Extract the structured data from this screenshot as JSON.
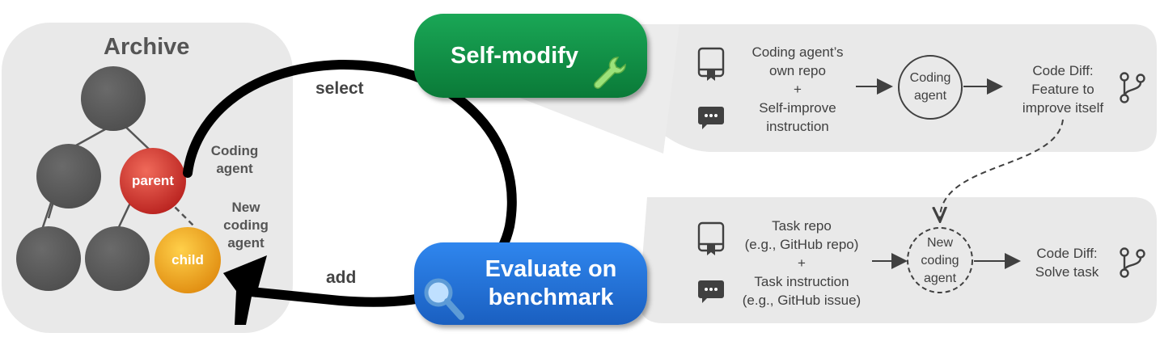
{
  "archive": {
    "title": "Archive",
    "parent_label": "parent",
    "child_label": "child",
    "coding_agent_label": [
      "Coding",
      "agent"
    ],
    "new_coding_agent_label": [
      "New",
      "coding",
      "agent"
    ]
  },
  "loop": {
    "select_label": "select",
    "add_label": "add"
  },
  "buttons": {
    "self_modify": "Self-modify",
    "evaluate": [
      "Evaluate on",
      "benchmark"
    ]
  },
  "self_modify_panel": {
    "repo_text": [
      "Coding agent’s",
      "own repo"
    ],
    "plus": "+",
    "instruction_text": [
      "Self-improve",
      "instruction"
    ],
    "circle_text": [
      "Coding",
      "agent"
    ],
    "output_text": [
      "Code Diff:",
      "Feature to",
      "improve itself"
    ]
  },
  "evaluate_panel": {
    "repo_text": [
      "Task repo",
      "(e.g., GitHub repo)"
    ],
    "plus": "+",
    "instruction_text": [
      "Task instruction",
      "(e.g., GitHub issue)"
    ],
    "circle_text": [
      "New",
      "coding",
      "agent"
    ],
    "output_text": [
      "Code Diff:",
      "Solve task"
    ]
  },
  "icons": {
    "repo": "book-repo-icon",
    "chat": "chat-bubble-icon",
    "branch": "git-branch-icon",
    "wrench": "wrench-icon",
    "magnifier": "magnifier-icon"
  },
  "colors": {
    "panel_gray": "#e9e9e9",
    "node_gray": "#5e5e5e",
    "parent_red": "#d9302c",
    "child_orange": "#f3a21c",
    "self_modify_green": "#0e9445",
    "evaluate_blue": "#2473d8",
    "text_gray": "#404040"
  }
}
